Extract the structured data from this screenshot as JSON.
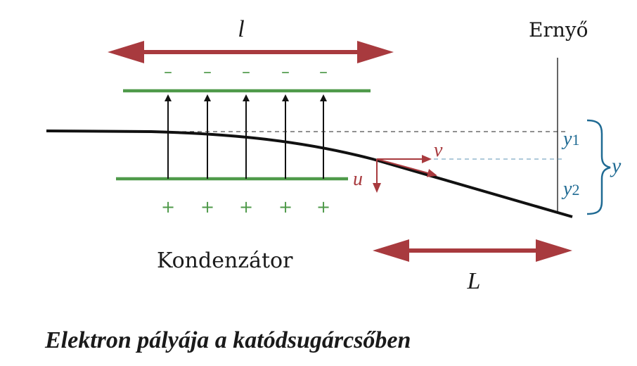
{
  "labels": {
    "plate_length": "l",
    "screen": "Ernyő",
    "capacitor": "Kondenzátor",
    "distance": "L",
    "velocity_horizontal": "v",
    "velocity_vertical": "u",
    "y1_main": "y",
    "y1_sub": "1",
    "y2_main": "y",
    "y2_sub": "2",
    "y_total": "y",
    "caption": "Elektron pályája a katódsugárcsőben"
  },
  "charges": {
    "top_plate": [
      "–",
      "–",
      "–",
      "–",
      "–"
    ],
    "bottom_plate": [
      "+",
      "+",
      "+",
      "+",
      "+"
    ]
  },
  "colors": {
    "dimension_arrow": "#a83a3e",
    "plate": "#4f9a4a",
    "trajectory": "#111111",
    "field_arrow": "#111111",
    "y_label": "#1f6a93",
    "brace": "#1f6a93",
    "dashed_blue": "#5c93b4",
    "text": "#1a1a1a"
  }
}
